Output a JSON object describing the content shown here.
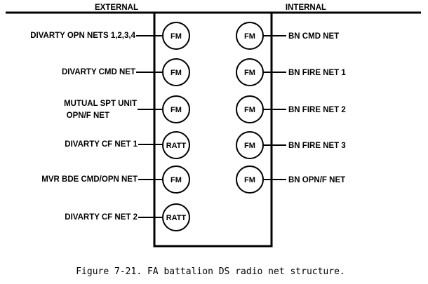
{
  "headers": {
    "external": "EXTERNAL",
    "internal": "INTERNAL"
  },
  "external_nets": [
    {
      "label": "DIVARTY OPN NETS 1,2,3,4",
      "radio": "FM"
    },
    {
      "label": "DIVARTY CMD NET",
      "radio": "FM"
    },
    {
      "label": "MUTUAL SPT UNIT",
      "label2": "OPN/F NET",
      "radio": "FM"
    },
    {
      "label": "DIVARTY CF NET 1",
      "radio": "RATT"
    },
    {
      "label": "MVR BDE CMD/OPN NET",
      "radio": "FM"
    },
    {
      "label": "DIVARTY CF NET 2",
      "radio": "RATT"
    }
  ],
  "internal_nets": [
    {
      "label": "BN CMD NET",
      "radio": "FM"
    },
    {
      "label": "BN FIRE NET 1",
      "radio": "FM"
    },
    {
      "label": "BN FIRE NET 2",
      "radio": "FM"
    },
    {
      "label": "BN FIRE NET 3",
      "radio": "FM"
    },
    {
      "label": "BN OPN/F NET",
      "radio": "FM"
    }
  ],
  "caption": "Figure 7-21. FA battalion DS radio net structure."
}
